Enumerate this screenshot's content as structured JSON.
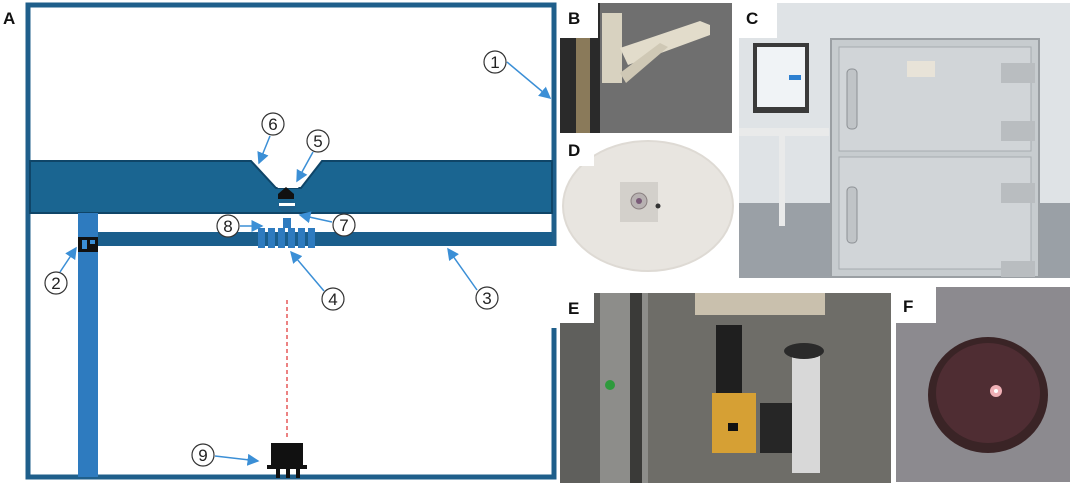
{
  "panels": {
    "a": {
      "letter": "A"
    },
    "b": {
      "letter": "B"
    },
    "c": {
      "letter": "C"
    },
    "d": {
      "letter": "D"
    },
    "e": {
      "letter": "E"
    },
    "f": {
      "letter": "F"
    }
  },
  "schematic": {
    "callouts": [
      "1",
      "2",
      "3",
      "4",
      "5",
      "6",
      "7",
      "8",
      "9"
    ]
  },
  "colors": {
    "structure": "#1f5f8b",
    "structure_light": "#2e7bbf",
    "arrow": "#3b8fd6",
    "laser": "#e03030"
  }
}
